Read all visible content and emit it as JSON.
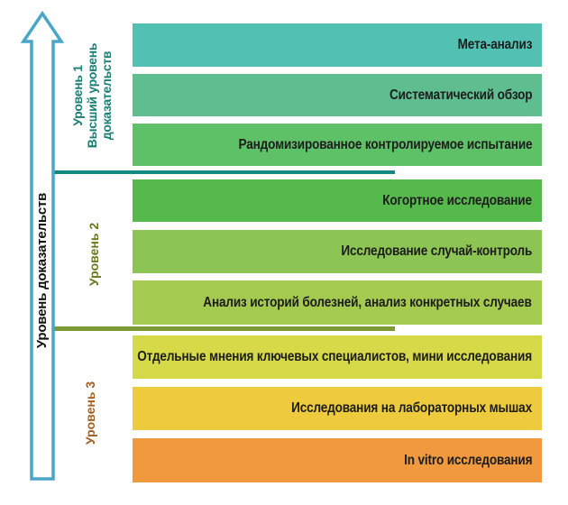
{
  "diagram": {
    "axis_label": "Уровень доказательств",
    "arrow_color": "#4aa6c9",
    "text_color": "#1d1d1d",
    "levels": [
      {
        "label": "Уровень 1\nВысший уровень\nдоказательств",
        "color": "#1b7e72"
      },
      {
        "label": "Уровень 2",
        "color": "#68781d"
      },
      {
        "label": "Уровень 3",
        "color": "#a35f22"
      }
    ],
    "dividers": [
      {
        "name": "level-1-2-divider",
        "color": "#13897f"
      },
      {
        "name": "level-2-3-divider",
        "color": "#7d9a33"
      }
    ],
    "bars": [
      {
        "label": "Мета-анализ",
        "color": "#52c1b4"
      },
      {
        "label": "Систематический обзор",
        "color": "#5ebe90"
      },
      {
        "label": "Рандомизированное контролируемое испытание",
        "color": "#5fc167"
      },
      {
        "label": "Когортное исследование",
        "color": "#56b94b"
      },
      {
        "label": "Исследование случай-контроль",
        "color": "#8cc553"
      },
      {
        "label": "Анализ историй болезней, анализ конкретных случаев",
        "color": "#a5ca50"
      },
      {
        "label": "Отдельные мнения ключевых специалистов, мини исследования",
        "color": "#d6d948"
      },
      {
        "label": "Исследования на лабораторных мышах",
        "color": "#eecb3c"
      },
      {
        "label": "In vitro исследования",
        "color": "#f0993f"
      }
    ]
  }
}
